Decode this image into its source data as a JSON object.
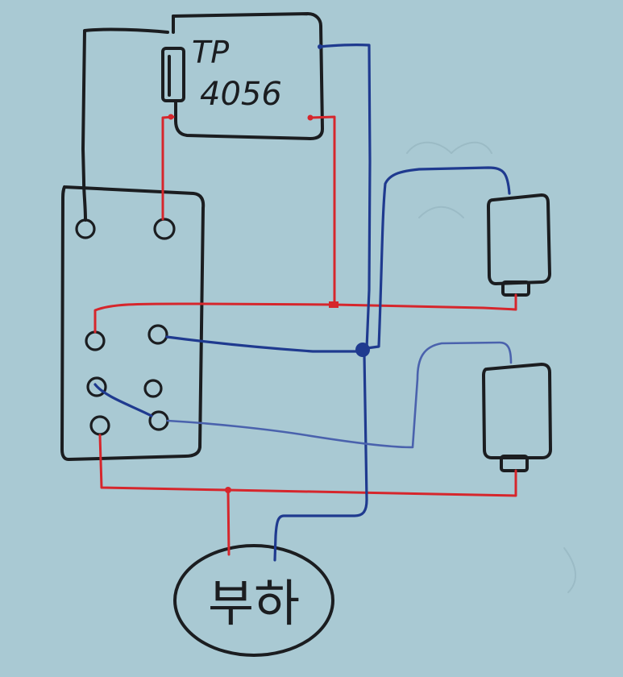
{
  "module": {
    "line1": "TP",
    "line2": "4056"
  },
  "load": {
    "label": "부하"
  },
  "colors": {
    "paper": "#a9c9d3",
    "ink_black": "#1b1d20",
    "wire_red": "#d6262c",
    "wire_blue": "#1f3a8f"
  },
  "components": [
    "charger-module",
    "switch-block",
    "battery-top",
    "battery-bottom",
    "load-circle"
  ]
}
